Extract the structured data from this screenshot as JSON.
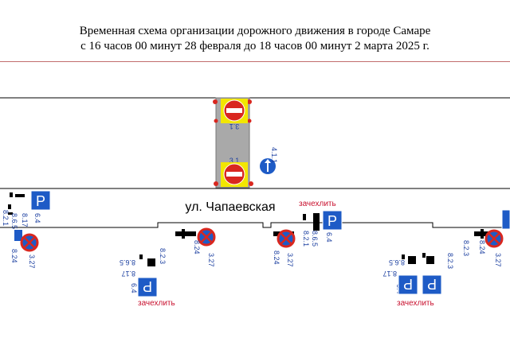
{
  "header": {
    "title_line1": "Временная схема организации дорожного движения в городе Самаре",
    "title_line2": "с 16 часов 00 минут 28 февраля до 18 часов 00 минут 2 марта 2025 г."
  },
  "map": {
    "street_name": "ул. Чапаевская",
    "cover_label": "зачехлить",
    "colors": {
      "sign_blue": "#1e5bc6",
      "sign_red": "#d9271f",
      "sign_yellow": "#f2e600",
      "label_blue": "#1b3fa0",
      "label_red": "#c8102e"
    },
    "signs": {
      "no_entry_code": "3.1",
      "ahead_only_code": "4.1.1",
      "parking_code": "6.4",
      "no_stopping_code": "3.27",
      "zone_code": "8.24",
      "plate_8_17": "8.17",
      "plate_8_6_5": "8.6.5",
      "plate_8_2_1": "8.2.1",
      "plate_8_2_3": "8.2.3",
      "parking_letter": "P"
    }
  }
}
